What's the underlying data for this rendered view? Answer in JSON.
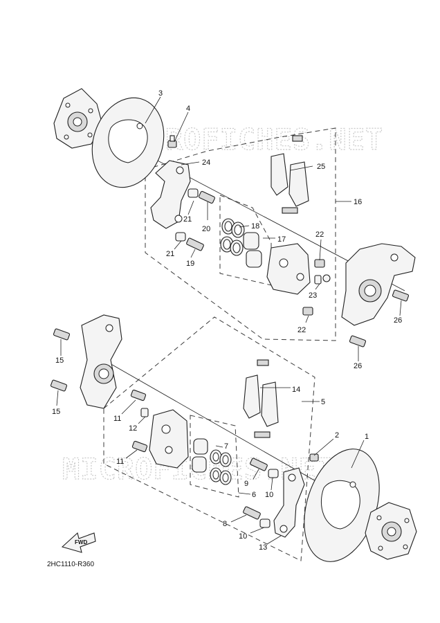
{
  "watermark": "MICROFICHES.NET",
  "reference_code": "2HC1110-R360",
  "fwd_label": "FWD",
  "callouts": [
    "1",
    "2",
    "3",
    "4",
    "5",
    "6",
    "7",
    "8",
    "9",
    "10",
    "10",
    "11",
    "11",
    "12",
    "13",
    "14",
    "15",
    "15",
    "16",
    "17",
    "18",
    "19",
    "20",
    "21",
    "21",
    "22",
    "22",
    "23",
    "24",
    "25",
    "26",
    "26"
  ]
}
